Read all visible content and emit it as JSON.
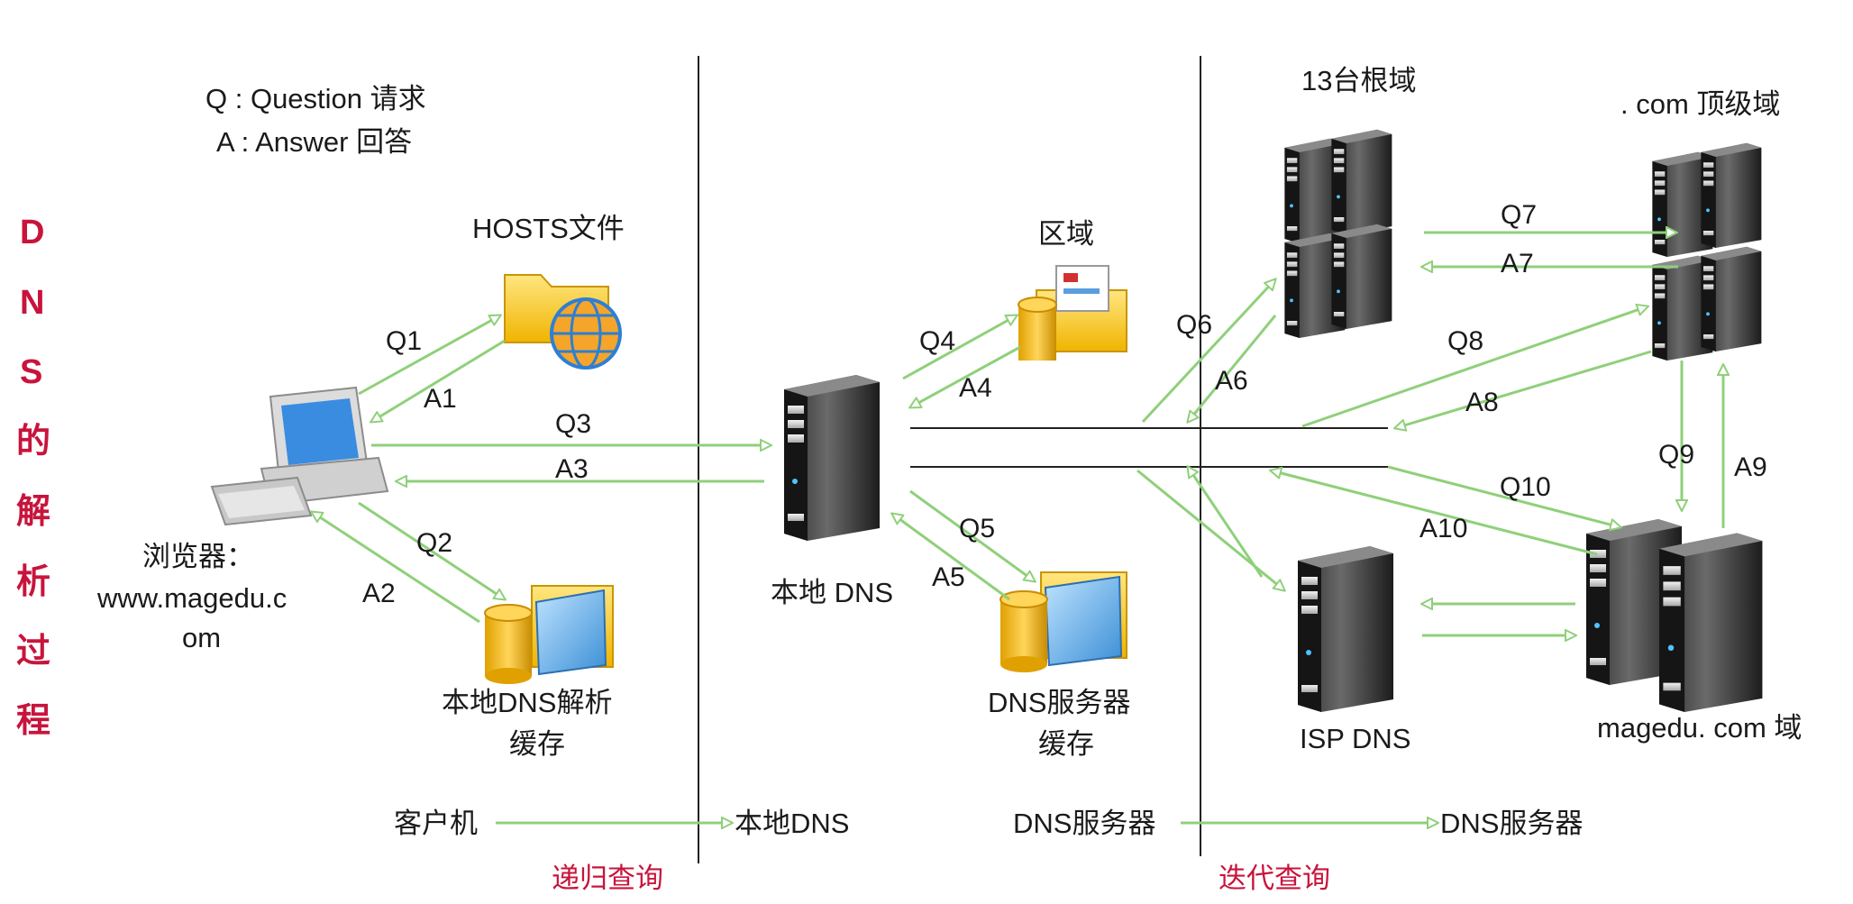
{
  "legend": {
    "q_line": "Q : Question 请求",
    "a_line": "A : Answer 回答"
  },
  "side_title": [
    "D",
    "N",
    "S",
    "的",
    "解",
    "析",
    "过",
    "程"
  ],
  "nodes": {
    "hosts": "HOSTS文件",
    "browser_1": "浏览器：",
    "browser_2": "www.magedu.c",
    "browser_3": "om",
    "local_cache_1": "本地DNS解析",
    "local_cache_2": "缓存",
    "zone": "区域",
    "local_dns": "本地 DNS",
    "dns_cache_1": "DNS服务器",
    "dns_cache_2": "缓存",
    "root": "13台根域",
    "com_tld": ". com 顶级域",
    "isp_dns": "ISP DNS",
    "magedu_domain": "magedu. com 域"
  },
  "arrows": {
    "q1": "Q1",
    "a1": "A1",
    "q2": "Q2",
    "a2": "A2",
    "q3": "Q3",
    "a3": "A3",
    "q4": "Q4",
    "a4": "A4",
    "q5": "Q5",
    "a5": "A5",
    "q6": "Q6",
    "a6": "A6",
    "q7": "Q7",
    "a7": "A7",
    "q8": "Q8",
    "a8": "A8",
    "q9": "Q9",
    "a9": "A9",
    "q10": "Q10",
    "a10": "A10"
  },
  "bottom": {
    "client": "客户机",
    "local_dns": "本地DNS",
    "dns_server_from": "DNS服务器",
    "dns_server_to": "DNS服务器",
    "recursive": "递归查询",
    "iterative": "迭代查询"
  },
  "colors": {
    "arrow": "#8fd07a",
    "accent_red": "#c8143c",
    "divider": "#222222"
  }
}
